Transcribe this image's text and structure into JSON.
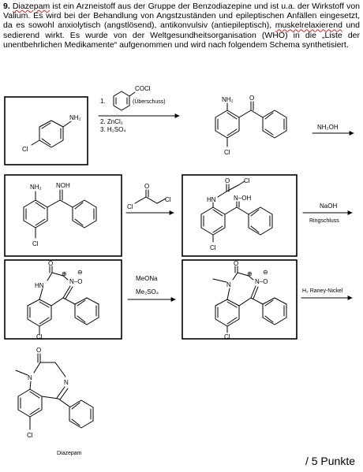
{
  "question": {
    "number": "9.",
    "text_pre": " ",
    "term": "Diazepam",
    "text_mid": " ist ein Arzneistoff aus der Gruppe der Benzodiazepine und ist u.a. der Wirkstoff von Valium. Es wird bei der Behandlung von Angstzuständen und epileptischen Anfällen eingesetzt, da es sowohl anxiolytisch (angstlösend), antikonvulsiv (antiepileptisch), ",
    "term2": "muskelrelaxierend",
    "text_post": " und sedierend wirkt. Es wurde von der Weltgesundheitsorganisation (WHO) in die „Liste der unentbehrlichen Medikamente“ aufgenommen und wird nach folgendem Schema synthetisiert."
  },
  "scheme": {
    "step1": {
      "reagent_1": "1.",
      "reagent_1_group": "COCl",
      "reagent_1_note": "(Überschuss)",
      "reagent_2": "2. ZnCl₂",
      "reagent_3": "3. H₂SO₄"
    },
    "step2": {
      "reagent": "NH₂OH"
    },
    "step3": {
      "reagent_atoms": [
        "O",
        "Cl",
        "Cl"
      ]
    },
    "step4": {
      "reagent": "NaOH",
      "note": "Ringschluss"
    },
    "step5": {
      "reagent_1": "MeONa",
      "reagent_2": "Me₂SO₄"
    },
    "step6": {
      "reagent": "H₂ Raney-Nickel"
    },
    "atoms": {
      "nh2": "NH₂",
      "cl": "Cl",
      "o": "O",
      "n": "N",
      "hn": "HN",
      "noh": "NOH",
      "n_oh": "N–OH",
      "n_ominus": "N–O",
      "plus": "⊕",
      "minus": "⊖"
    },
    "product_name": "Diazepam"
  },
  "points": "/ 5 Punkte"
}
